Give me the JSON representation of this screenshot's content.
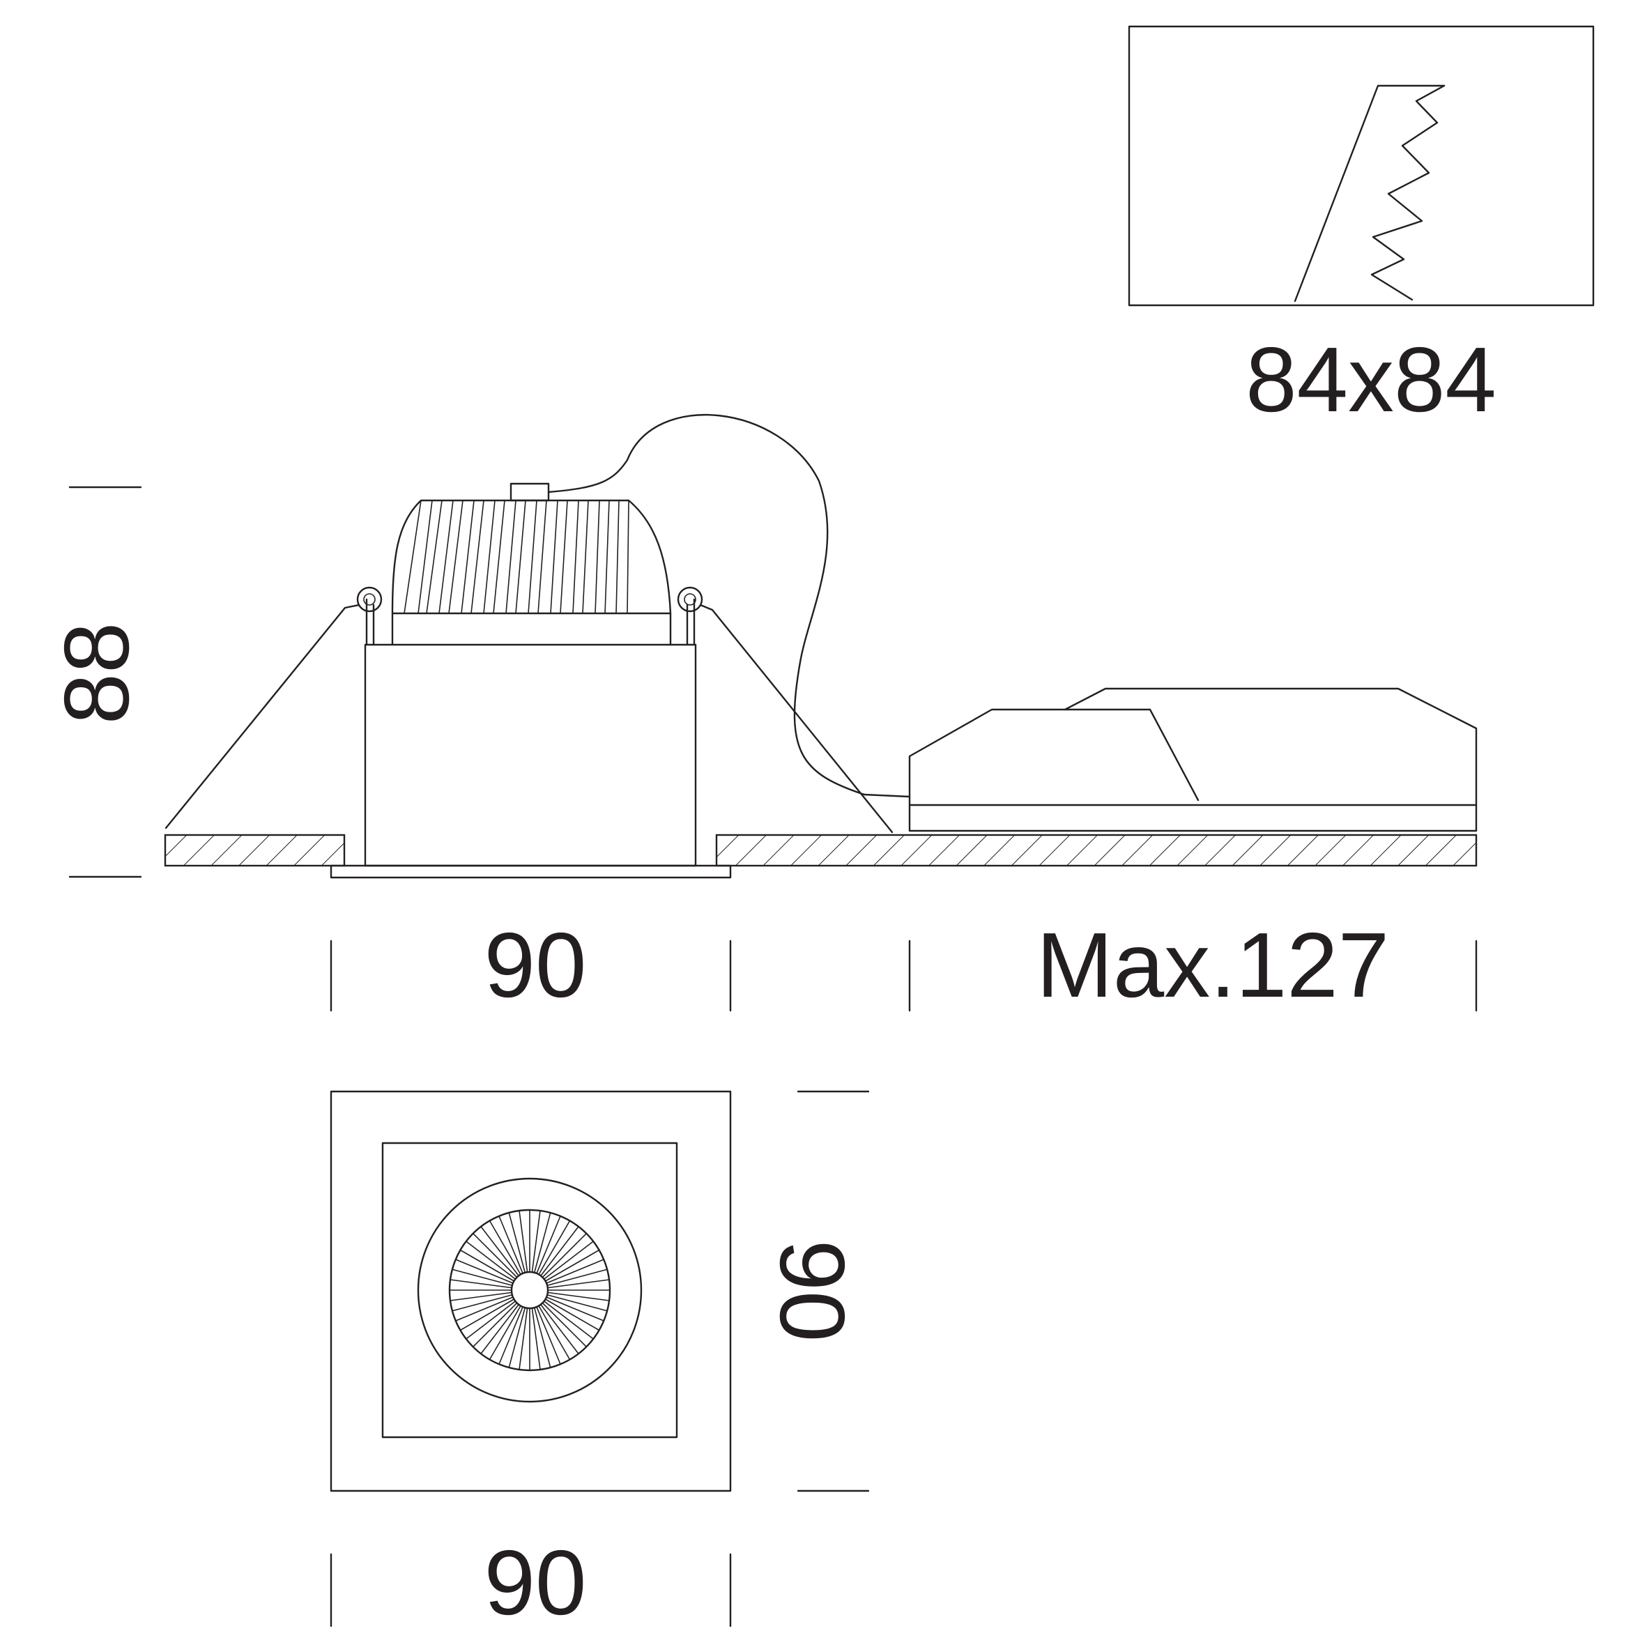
{
  "dimensions": {
    "cutout": "84x84",
    "height": "88",
    "width_side": "90",
    "driver_length": "Max.127",
    "width_top": "90",
    "depth_top": "90"
  },
  "colors": {
    "line": "#231f20",
    "background": "#ffffff"
  }
}
